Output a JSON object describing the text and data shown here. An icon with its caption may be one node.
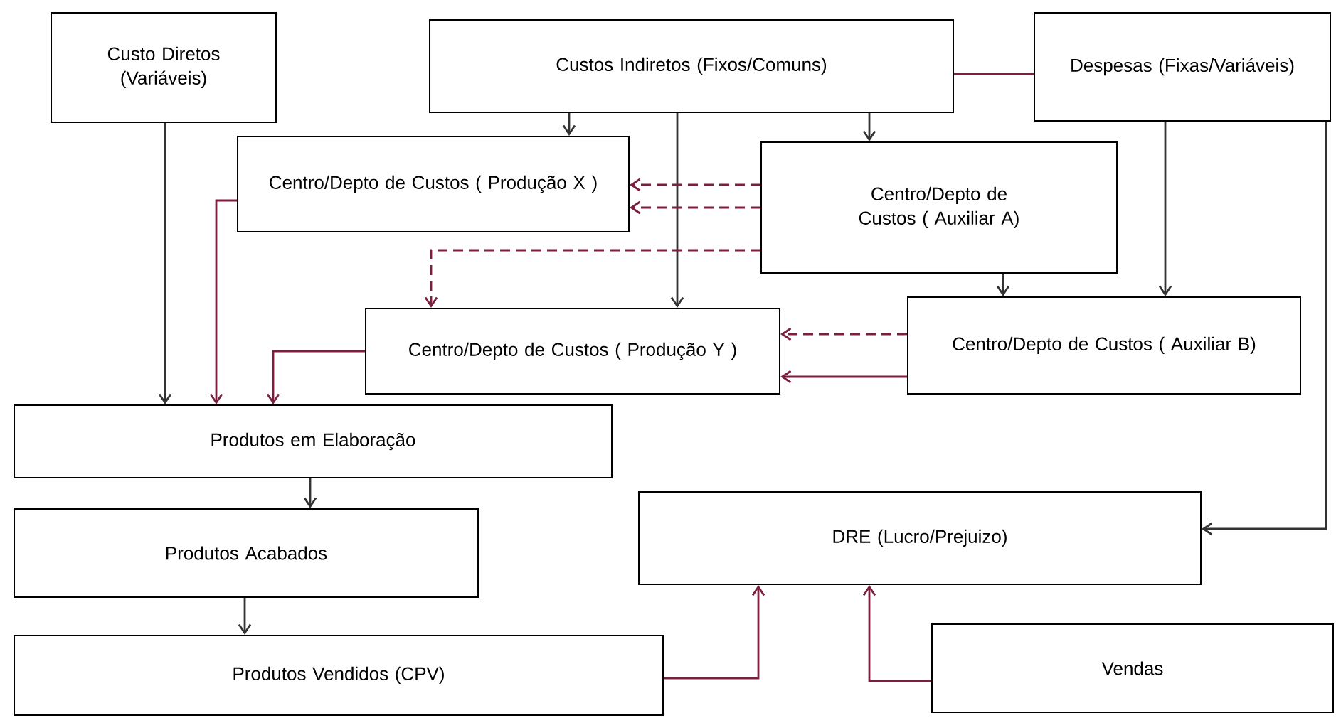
{
  "diagram": {
    "nodes": [
      {
        "text": [
          "Custo Diretos (Variáveis)"
        ]
      },
      {
        "text": [
          "Custos Indiretos (Fixos/Comuns)"
        ]
      },
      {
        "text": [
          "Despesas (Fixas/Variáveis)"
        ]
      },
      {
        "text": [
          "Centro/Depto de Custos ( Produção X )"
        ]
      },
      {
        "text": [
          "Centro/Depto de Custos ( Auxiliar A)"
        ]
      },
      {
        "text": [
          "Centro/Depto de Custos ( Produção Y )"
        ]
      },
      {
        "text": [
          "Centro/Depto de Custos ( Auxiliar B)"
        ]
      },
      {
        "text": [
          "Produtos em Elaboração"
        ]
      },
      {
        "text": [
          "Produtos Acabados"
        ]
      },
      {
        "text": [
          "Produtos Vendidos (CPV)"
        ]
      },
      {
        "text": [
          "DRE (Lucro/Prejuizo)"
        ]
      },
      {
        "text": [
          "Vendas"
        ]
      }
    ],
    "edges": [
      {
        "from": 0,
        "to": 7,
        "arrow": "to"
      },
      {
        "from": 3,
        "to": 7,
        "arrow": "to",
        "color": "#7a1f3d"
      },
      {
        "from": 5,
        "to": 7,
        "arrow": "to",
        "color": "#7a1f3d"
      },
      {
        "from": 1,
        "to": 3,
        "arrow": "to"
      },
      {
        "from": 1,
        "to": 5,
        "arrow": "to"
      },
      {
        "from": 1,
        "to": 4,
        "arrow": "to"
      },
      {
        "from": 1,
        "to": 2,
        "arrow": "none",
        "color": "#7a1f3d"
      },
      {
        "from": 4,
        "to": 3,
        "arrow": "to",
        "style": "dashed",
        "color": "#7a1f3d"
      },
      {
        "from": 4,
        "to": 3,
        "arrow": "to",
        "style": "dashed",
        "color": "#7a1f3d"
      },
      {
        "from": 4,
        "to": 5,
        "arrow": "to",
        "style": "dashed",
        "color": "#7a1f3d"
      },
      {
        "from": 4,
        "to": 6,
        "arrow": "to"
      },
      {
        "from": 2,
        "to": 6,
        "arrow": "to"
      },
      {
        "from": 6,
        "to": 5,
        "arrow": "to",
        "style": "dashed",
        "color": "#7a1f3d"
      },
      {
        "from": 6,
        "to": 5,
        "arrow": "to",
        "color": "#7a1f3d"
      },
      {
        "from": 2,
        "to": 10,
        "arrow": "to"
      },
      {
        "from": 7,
        "to": 8,
        "arrow": "to"
      },
      {
        "from": 8,
        "to": 9,
        "arrow": "to"
      },
      {
        "from": 9,
        "to": 10,
        "arrow": "to",
        "color": "#7a1f3d"
      },
      {
        "from": 11,
        "to": 10,
        "arrow": "to",
        "color": "#7a1f3d"
      }
    ]
  }
}
